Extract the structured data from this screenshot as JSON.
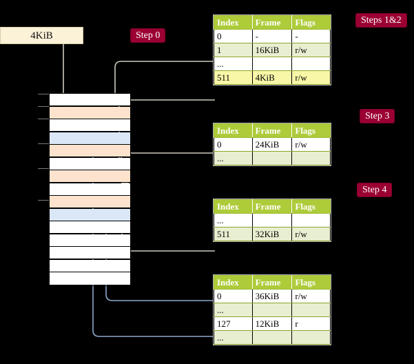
{
  "source": {
    "label": "4KiB"
  },
  "badges": [
    {
      "name": "step-0",
      "label": "Step 0"
    },
    {
      "name": "steps-1-2",
      "label": "Steps 1&2"
    },
    {
      "name": "step-3",
      "label": "Step 3"
    },
    {
      "name": "step-4",
      "label": "Step 4"
    }
  ],
  "columns": {
    "index": "Index",
    "frame": "Frame",
    "flags": "Flags"
  },
  "tables": [
    {
      "name": "pml4-table",
      "rows": [
        {
          "index": "0",
          "frame": "-",
          "flags": "-",
          "style": "white",
          "highlight": false
        },
        {
          "index": "1",
          "frame": "16KiB",
          "flags": "r/w",
          "style": "tint",
          "highlight": false
        },
        {
          "index": "...",
          "frame": "",
          "flags": "",
          "style": "white",
          "highlight": false
        },
        {
          "index": "511",
          "frame": "4KiB",
          "flags": "r/w",
          "style": "tint",
          "highlight": true
        }
      ]
    },
    {
      "name": "pdp-table",
      "rows": [
        {
          "index": "0",
          "frame": "24KiB",
          "flags": "r/w",
          "style": "white",
          "highlight": false
        },
        {
          "index": "...",
          "frame": "",
          "flags": "",
          "style": "tint",
          "highlight": false
        }
      ]
    },
    {
      "name": "pd-table",
      "rows": [
        {
          "index": "...",
          "frame": "",
          "flags": "",
          "style": "white",
          "highlight": false
        },
        {
          "index": "511",
          "frame": "32KiB",
          "flags": "r/w",
          "style": "tint",
          "highlight": false
        }
      ]
    },
    {
      "name": "pt-table",
      "rows": [
        {
          "index": "0",
          "frame": "36KiB",
          "flags": "r/w",
          "style": "white",
          "highlight": false
        },
        {
          "index": "...",
          "frame": "",
          "flags": "",
          "style": "tint",
          "highlight": false
        },
        {
          "index": "127",
          "frame": "12KiB",
          "flags": "r",
          "style": "white",
          "highlight": false
        },
        {
          "index": "...",
          "frame": "",
          "flags": "",
          "style": "tint",
          "highlight": false
        }
      ]
    }
  ],
  "memory_rows": [
    {
      "fill": "plain"
    },
    {
      "fill": "peach"
    },
    {
      "fill": "plain"
    },
    {
      "fill": "blue"
    },
    {
      "fill": "peach"
    },
    {
      "fill": "plain"
    },
    {
      "fill": "peach"
    },
    {
      "fill": "plain"
    },
    {
      "fill": "peach"
    },
    {
      "fill": "blue"
    },
    {
      "fill": "plain"
    },
    {
      "fill": "plain"
    },
    {
      "fill": "plain"
    },
    {
      "fill": "plain"
    },
    {
      "fill": "plain"
    }
  ],
  "colors": {
    "background": "#000000",
    "badge": "#9b0032",
    "table_header": "#aecb3a",
    "table_tint": "#e8eed0",
    "highlight": "#f8f7a8",
    "source_box": "#fcf2d8",
    "mem_peach": "#fde3cd",
    "mem_blue": "#dbe7f7",
    "wire_gray": "#cfcac0",
    "wire_blue": "#8fa8cc"
  }
}
